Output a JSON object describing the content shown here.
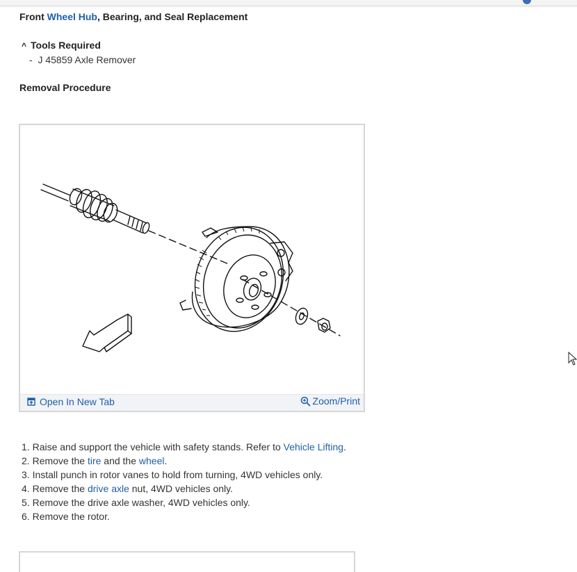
{
  "header": {
    "title_prefix": "Front ",
    "title_link": "Wheel Hub",
    "title_suffix": ", Bearing, and Seal Replacement"
  },
  "tools": {
    "heading": "Tools Required",
    "caret": "^",
    "items": [
      {
        "bullet": "-",
        "label": "J 45859 Axle Remover"
      }
    ]
  },
  "removal": {
    "heading": "Removal Procedure"
  },
  "figure": {
    "open_label": "Open In New Tab",
    "zoom_label": "Zoom/Print",
    "open_icon": "open-in-new-tab-icon",
    "zoom_icon": "zoom-magnifier-icon"
  },
  "steps": [
    {
      "num": "1.",
      "parts": [
        {
          "t": "Raise and support the vehicle with safety stands. Refer to "
        },
        {
          "t": "Vehicle Lifting",
          "link": true
        },
        {
          "t": "."
        }
      ]
    },
    {
      "num": "2.",
      "parts": [
        {
          "t": "Remove the "
        },
        {
          "t": "tire",
          "link": true
        },
        {
          "t": " and the "
        },
        {
          "t": "wheel",
          "link": true
        },
        {
          "t": "."
        }
      ]
    },
    {
      "num": "3.",
      "parts": [
        {
          "t": "Install punch in rotor vanes to hold from turning, 4WD vehicles only."
        }
      ]
    },
    {
      "num": "4.",
      "parts": [
        {
          "t": "Remove the "
        },
        {
          "t": "drive axle",
          "link": true
        },
        {
          "t": " nut, 4WD vehicles only."
        }
      ]
    },
    {
      "num": "5.",
      "parts": [
        {
          "t": "Remove the drive axle washer, 4WD vehicles only."
        }
      ]
    },
    {
      "num": "6.",
      "parts": [
        {
          "t": "Remove the rotor."
        }
      ]
    }
  ],
  "colors": {
    "link": "#1f5fa8",
    "text": "#222222",
    "footer_bg": "#f1f3f6",
    "border": "#d6d6d6"
  }
}
